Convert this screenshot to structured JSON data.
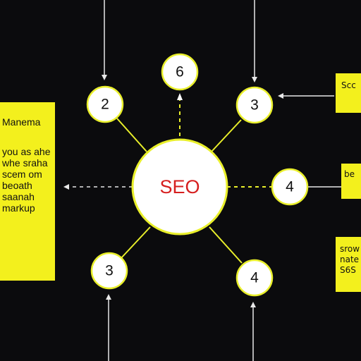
{
  "center": {
    "label": "SEO"
  },
  "nodes": [
    {
      "id": "top",
      "label": "6"
    },
    {
      "id": "upper-left",
      "label": "2"
    },
    {
      "id": "upper-right",
      "label": "3"
    },
    {
      "id": "right",
      "label": "4"
    },
    {
      "id": "lower-left",
      "label": "3"
    },
    {
      "id": "lower-right",
      "label": "4"
    }
  ],
  "left_panel": {
    "title": "Manema",
    "lines": [
      "you as ahe",
      "whe sraha",
      "scem om",
      "beoath",
      "saanah",
      "markup"
    ]
  },
  "right_cards": {
    "top": "Scc",
    "middle": "be",
    "bottom": [
      "srow",
      "nate",
      "S6S"
    ]
  },
  "colors": {
    "background": "#0b0b0d",
    "accent_yellow": "#e9ef2a",
    "panel_yellow": "#f3f01d",
    "center_text": "#d61f1f",
    "arrow": "#e8e8e8"
  }
}
